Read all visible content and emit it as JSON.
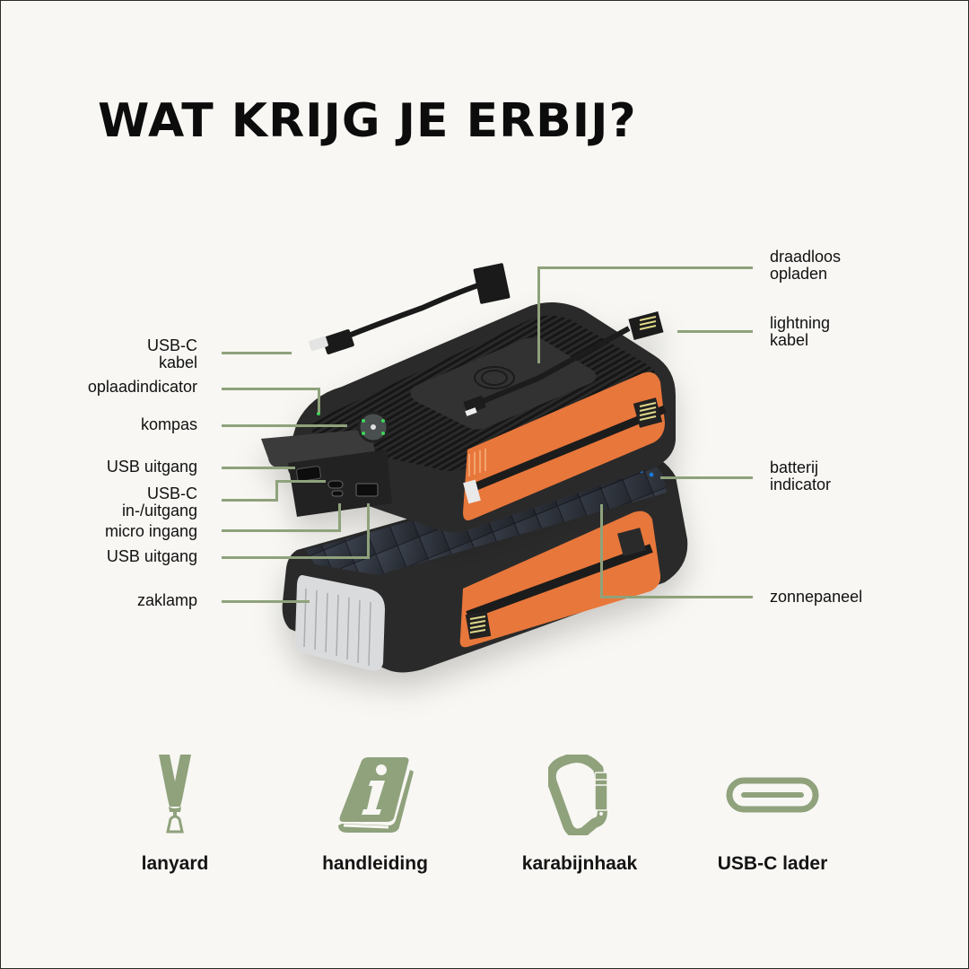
{
  "title": "WAT KRIJG JE ERBIJ?",
  "colors": {
    "background": "#f8f7f3",
    "accent_green": "#8fa27c",
    "product_orange": "#e8773a",
    "product_black": "#2b2b2b",
    "led_blue": "#1e8cff",
    "led_green": "#3cd65a"
  },
  "labels_left": [
    {
      "text": "USB-C\nkabel"
    },
    {
      "text": "oplaadindicator"
    },
    {
      "text": "kompas"
    },
    {
      "text": "USB uitgang"
    },
    {
      "text": "USB-C\nin-/uitgang"
    },
    {
      "text": "micro ingang"
    },
    {
      "text": "USB uitgang"
    },
    {
      "text": "zaklamp"
    }
  ],
  "labels_right": [
    {
      "text": "draadloos\nopladen"
    },
    {
      "text": "lightning\nkabel"
    },
    {
      "text": "batterij\nindicator"
    },
    {
      "text": "zonnepaneel"
    }
  ],
  "accessories": [
    {
      "name": "lanyard",
      "icon": "lanyard-icon"
    },
    {
      "name": "handleiding",
      "icon": "manual-book-icon"
    },
    {
      "name": "karabijnhaak",
      "icon": "carabiner-icon"
    },
    {
      "name": "USB-C lader",
      "icon": "usb-c-port-icon"
    }
  ]
}
